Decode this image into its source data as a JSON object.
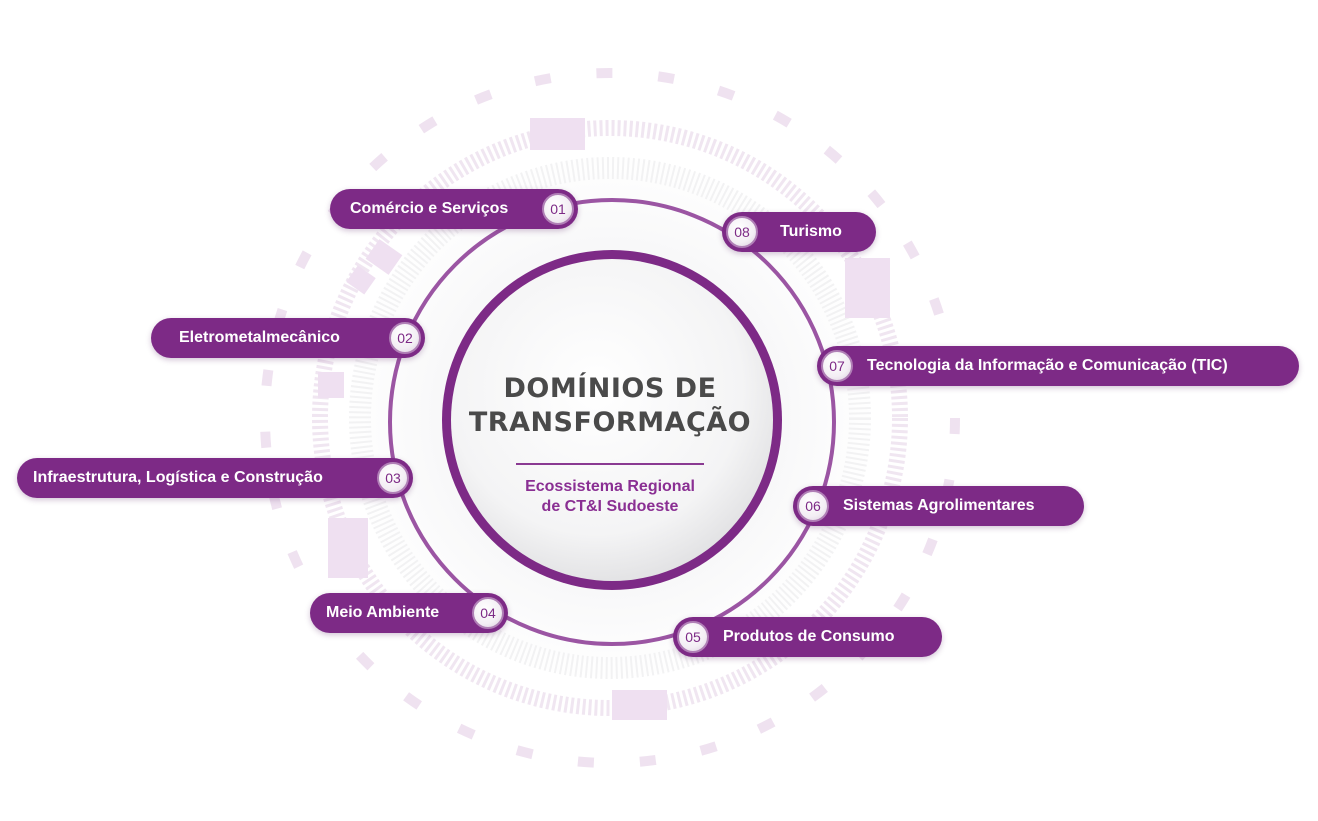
{
  "center": {
    "title_line1": "DOMÍNIOS DE",
    "title_line2": "TRANSFORMAÇÃO",
    "subtitle_line1": "Ecossistema Regional",
    "subtitle_line2": "de CT&I Sudoeste"
  },
  "domains": [
    {
      "number": "01",
      "label": "Comércio e Serviços"
    },
    {
      "number": "02",
      "label": "Eletrometalmecânico"
    },
    {
      "number": "03",
      "label": "Infraestrutura, Logística e Construção"
    },
    {
      "number": "04",
      "label": "Meio Ambiente"
    },
    {
      "number": "05",
      "label": "Produtos de Consumo"
    },
    {
      "number": "06",
      "label": "Sistemas Agrolimentares"
    },
    {
      "number": "07",
      "label": "Tecnologia da Informação e Comunicação (TIC)"
    },
    {
      "number": "08",
      "label": "Turismo"
    }
  ],
  "colors": {
    "primary": "#7d2a86",
    "ring": "#9b55a3",
    "center_text": "#4a4a4a",
    "subtitle": "#8a2f93",
    "decor": "#ead9ec"
  }
}
